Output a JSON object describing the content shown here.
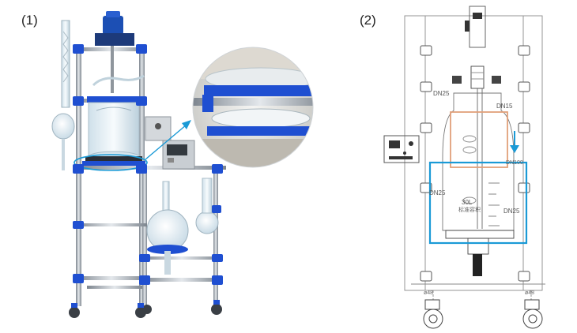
{
  "panels": [
    {
      "label": "(1)"
    },
    {
      "label": "(2)"
    }
  ],
  "drawing_labels": {
    "dn25_top": "DN25",
    "dn15": "DN15",
    "dn25_left": "DN25",
    "dn25_right": "DN25",
    "dn100": "DN100",
    "volume": "30L",
    "volume_sub": "标准容积",
    "wheel_left": "ø48",
    "wheel_right": "ø48"
  },
  "colors": {
    "frame_blue": "#1f4fd1",
    "highlight_cyan": "#1a9ad6",
    "highlight_orange": "#e2a07a",
    "steel": "#9aa3ad"
  }
}
